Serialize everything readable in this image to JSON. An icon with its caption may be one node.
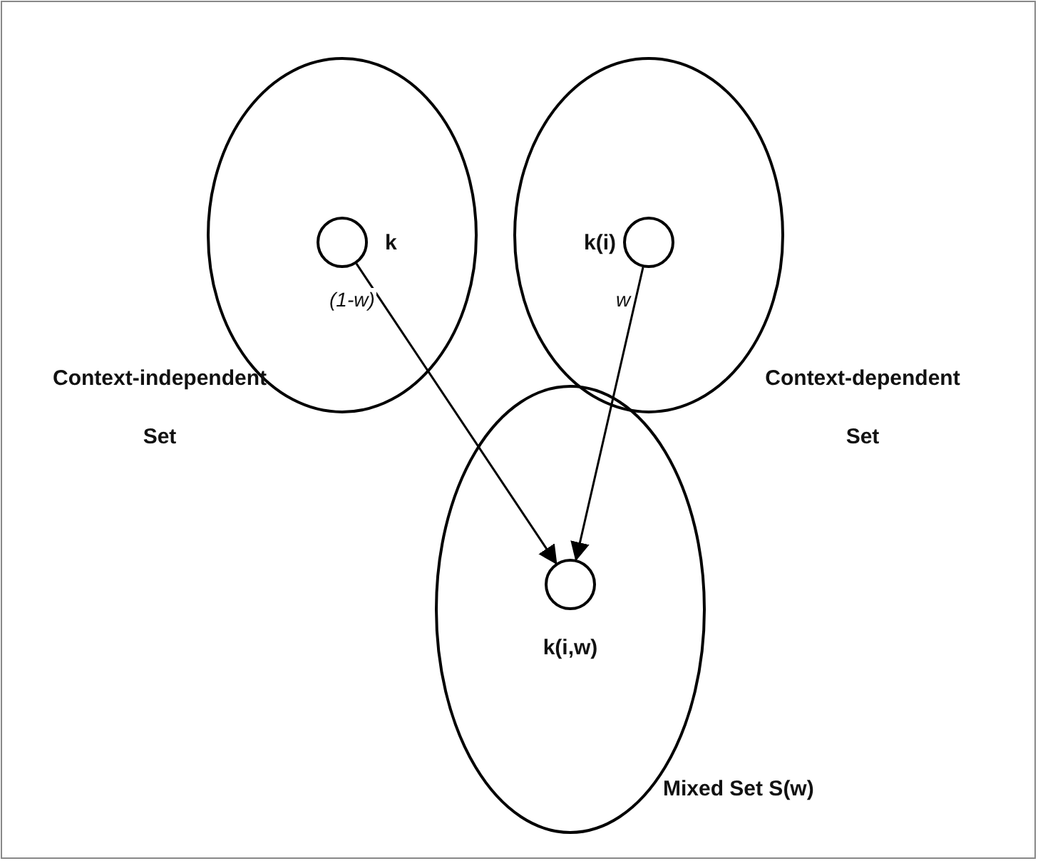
{
  "diagram": {
    "nodes": [
      {
        "text": [
          "Context-independent Set"
        ]
      },
      {
        "text": [],
        "shape": "circle",
        "in": 0,
        "beside": [
          "k"
        ]
      },
      {
        "text": [
          "Context-dependent Set"
        ]
      },
      {
        "text": [],
        "shape": "circle",
        "in": 2,
        "beside": [
          "k(i)"
        ]
      },
      {
        "text": [
          "Mixed Set S(w)"
        ]
      },
      {
        "text": [],
        "shape": "circle",
        "in": 4,
        "beside": [
          "k(i,w)"
        ]
      }
    ],
    "edges": [
      {
        "from": 1,
        "to": 5,
        "arrow": "to",
        "label": "(1-w)"
      },
      {
        "from": 3,
        "to": 5,
        "arrow": "to",
        "label": "w"
      }
    ]
  }
}
